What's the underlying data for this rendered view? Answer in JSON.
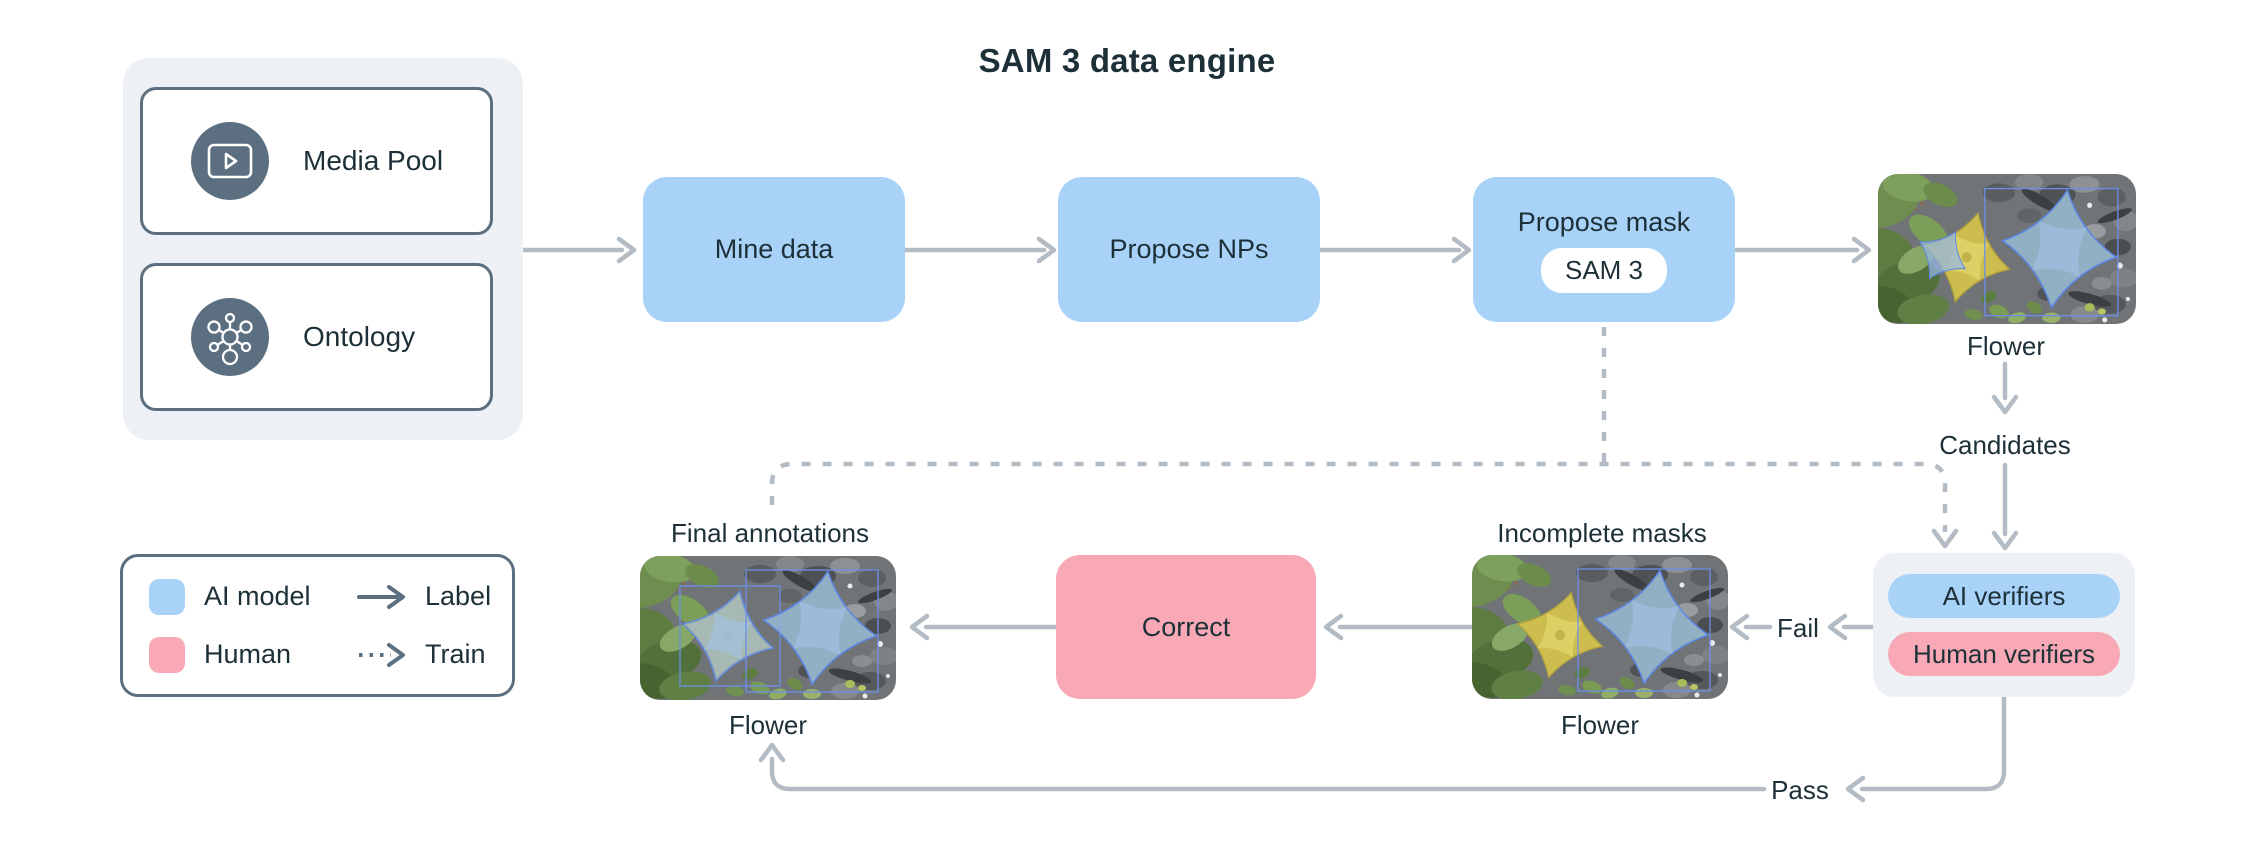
{
  "title": "SAM 3 data engine",
  "sources": {
    "media_pool": "Media Pool",
    "ontology": "Ontology"
  },
  "pipeline": {
    "mine_data": "Mine data",
    "propose_nps": "Propose NPs",
    "propose_mask": "Propose mask",
    "sam3_badge": "SAM 3",
    "correct": "Correct"
  },
  "verifiers": {
    "ai": "AI verifiers",
    "human": "Human verifiers"
  },
  "flow_labels": {
    "candidates": "Candidates",
    "fail": "Fail",
    "pass": "Pass"
  },
  "images": {
    "proposed": {
      "caption": "Flower"
    },
    "incomplete": {
      "title": "Incomplete masks",
      "caption": "Flower"
    },
    "final": {
      "title": "Final annotations",
      "caption": "Flower"
    }
  },
  "legend": {
    "ai_model": "AI model",
    "human": "Human",
    "label_arrow": "Label",
    "train_arrow": "Train"
  },
  "colors": {
    "ai_blue": "#a9d2f8",
    "human_pink": "#f9a9b6",
    "panel_gray": "#edf0f4",
    "slate": "#5b6f80",
    "arrow_gray": "#b3bcc4",
    "ink": "#1d3038",
    "mask_blue": "#93b7e4",
    "mask_outline": "#5a85e8",
    "white": "#ffffff"
  }
}
